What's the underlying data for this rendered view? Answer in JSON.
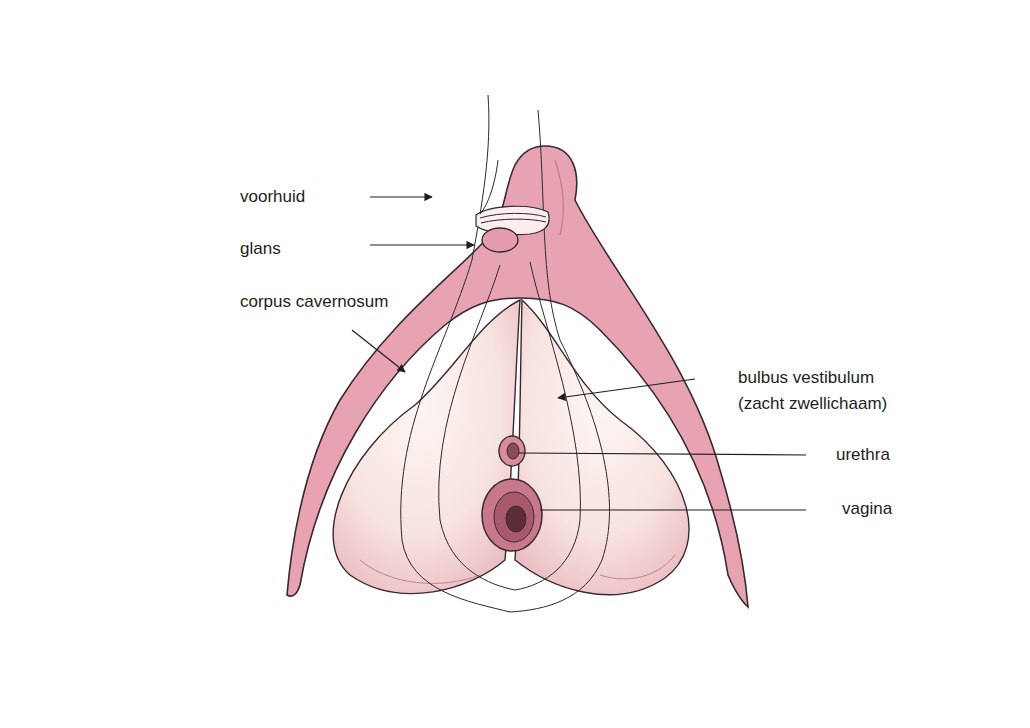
{
  "diagram": {
    "labels": [
      "voorhuid",
      "glans",
      "corpus cavernosum",
      "bulbus vestibulum (zacht zwellichaam)",
      "urethra",
      "vagina"
    ]
  }
}
